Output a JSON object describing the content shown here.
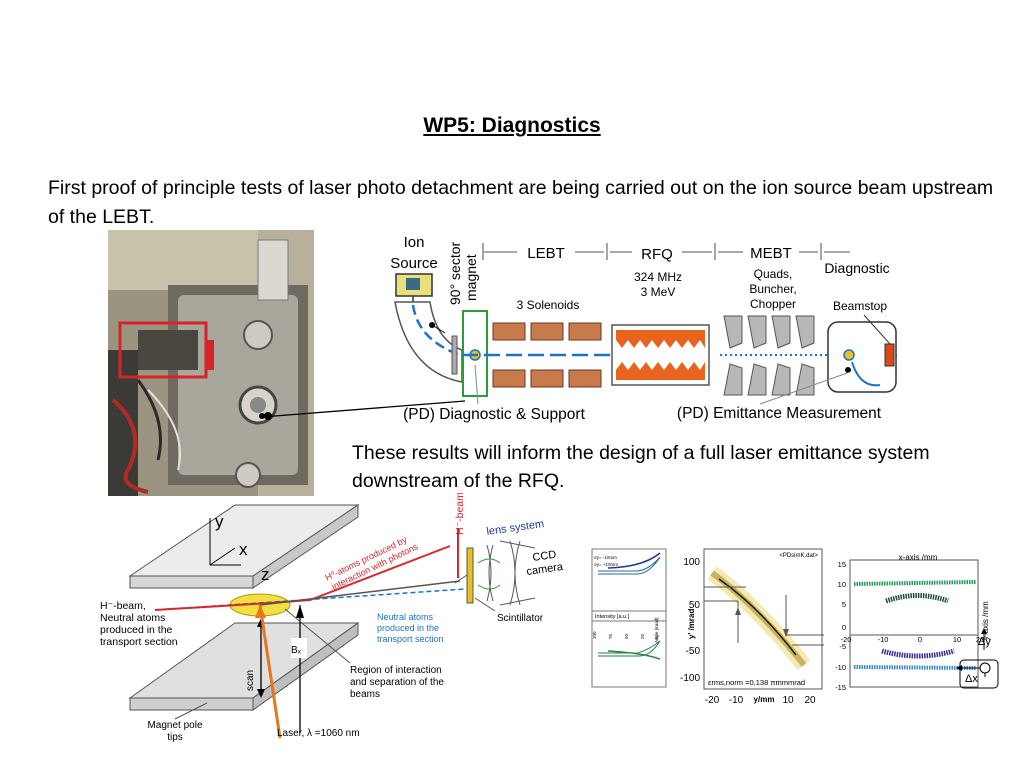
{
  "slide": {
    "title": "WP5: Diagnostics",
    "intro": "First proof of principle tests of laser photo detachment are being carried out on the ion source beam upstream of the LEBT.",
    "conclusion": "These results will inform the design of a full laser emittance system downstream of the RFQ."
  },
  "beamline": {
    "ion_source": [
      "Ion",
      "Source"
    ],
    "sector_magnet": [
      "90° sector",
      "magnet"
    ],
    "lebt": "LEBT",
    "rfq": "RFQ",
    "mebt": "MEBT",
    "diagnostic": "Diagnostic",
    "solenoids": "3 Solenoids",
    "rfq_freq": "324 MHz",
    "rfq_energy": "3 MeV",
    "mebt_items": [
      "Quads,",
      "Buncher,",
      "Chopper"
    ],
    "beamstop": "Beamstop",
    "pd_support": "(PD) Diagnostic & Support",
    "pd_emittance": "(PD) Emittance Measurement"
  },
  "interaction": {
    "axis_y": "y",
    "axis_x": "x",
    "axis_z": "z",
    "hbeam": [
      "H⁻-beam,",
      "Neutral atoms",
      "produced in the",
      "transport section"
    ],
    "neutral": [
      "Neutral atoms",
      "produced in the",
      "transport section"
    ],
    "h_atoms": [
      "H⁰-atoms produced by",
      "interaction with photons"
    ],
    "hbeam_vertical": "H⁻-beam",
    "lens": "lens system",
    "ccd": [
      "CCD",
      "camera"
    ],
    "scintillator": "Scintillator",
    "bx": "Bₓ",
    "scan": "scan",
    "region": [
      "Region of interaction",
      "and separation of the",
      "beams"
    ],
    "pole": [
      "Magnet pole",
      "tips"
    ],
    "laser": "Laser, λ =1060 nm"
  },
  "small_plot": {
    "legend": [
      "σy= -10mm",
      "σy= +10mm"
    ],
    "xlabel": "Intensity [a.u.]",
    "ylabel": "Angle [mrad]",
    "xticks": [
      "100",
      "75",
      "50",
      "25",
      "0"
    ]
  },
  "emittance_plot": {
    "file_label": "<PDsimK.dat>",
    "ylabel": "y' /mrad",
    "xlabel": "y/mm",
    "yticks": [
      "100",
      "50",
      "-50",
      "-100"
    ],
    "xticks": [
      "-20",
      "-10",
      "10",
      "20"
    ],
    "emittance": "εrms,norm =0,138 πmmmrad"
  },
  "profile_plot": {
    "top_label": "x-axis /mm",
    "right_label": "y-axis /mm",
    "yticks": [
      "15",
      "10",
      "5",
      "0",
      "-5",
      "-10",
      "-15"
    ],
    "xticks": [
      "-20",
      "-10",
      "0",
      "10",
      "20"
    ],
    "dy": "Δy",
    "dx": "Δx",
    "colors": {
      "green": "#23a05a",
      "dark_green": "#1c4e3a",
      "purple": "#3a2a9a",
      "blue": "#3a8ad0"
    }
  }
}
